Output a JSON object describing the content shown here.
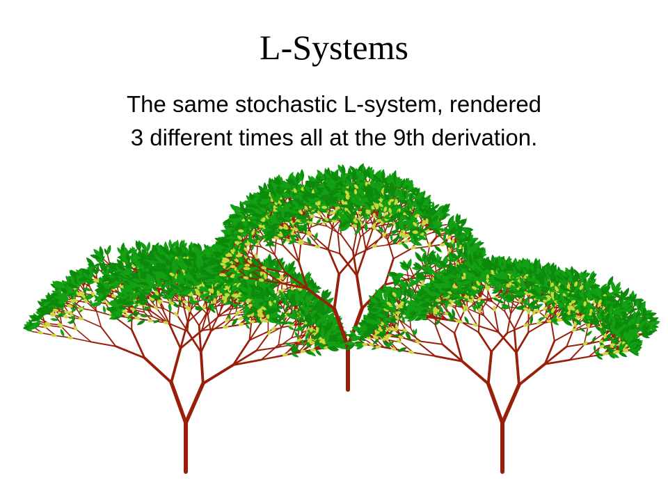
{
  "slide": {
    "title": "L-Systems",
    "subtitle": [
      "The same stochastic L-system, rendered",
      "3 different times all at the 9th derivation."
    ]
  },
  "colors": {
    "branch": "#9a1f0a",
    "leaf": "#14a014",
    "leaf_dark": "#0c8a0c",
    "bud": "#c9d83a"
  },
  "trees": [
    {
      "name": "tree-left",
      "seed": 7
    },
    {
      "name": "tree-center",
      "seed": 23
    },
    {
      "name": "tree-right",
      "seed": 51
    }
  ]
}
